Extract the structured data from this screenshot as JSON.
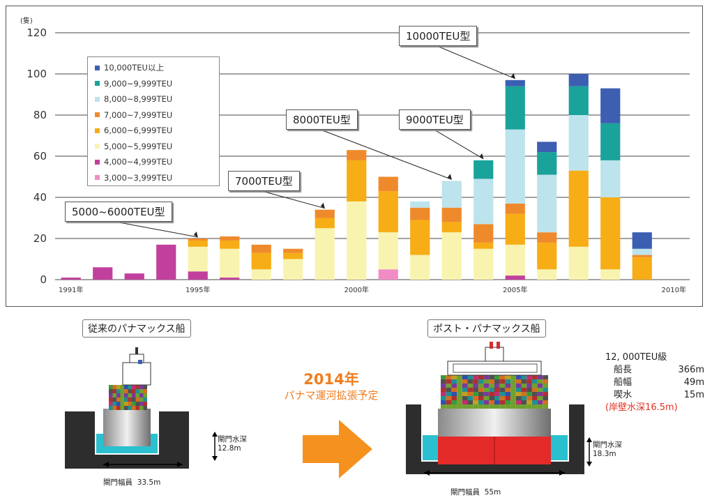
{
  "chart_data": {
    "type": "bar",
    "stacked": true,
    "unit_label": "(隻)",
    "ylim": [
      0,
      120
    ],
    "yticks": [
      0,
      20,
      40,
      60,
      80,
      100,
      120
    ],
    "grid": true,
    "legend_position": "top-left",
    "x": [
      1991,
      1992,
      1993,
      1994,
      1995,
      1996,
      1997,
      1998,
      1999,
      2000,
      2001,
      2002,
      2003,
      2004,
      2005,
      2006,
      2007,
      2008,
      2009,
      2010
    ],
    "x_tick_labels": [
      {
        "year": 1991,
        "label": "1991年"
      },
      {
        "year": 1995,
        "label": "1995年"
      },
      {
        "year": 2000,
        "label": "2000年"
      },
      {
        "year": 2005,
        "label": "2005年"
      },
      {
        "year": 2010,
        "label": "2010年"
      }
    ],
    "series": [
      {
        "name": "3,000~3,999TEU",
        "color": "#f08cc3",
        "values": [
          0,
          0,
          0,
          0,
          0,
          0,
          0,
          0,
          0,
          0,
          5,
          0,
          0,
          0,
          0,
          0,
          0,
          0,
          0,
          0
        ]
      },
      {
        "name": "4,000~4,999TEU",
        "color": "#c2409d",
        "values": [
          1,
          6,
          3,
          17,
          4,
          1,
          0,
          0,
          0,
          0,
          0,
          0,
          0,
          0,
          2,
          0,
          0,
          0,
          0,
          0
        ]
      },
      {
        "name": "5,000~5,999TEU",
        "color": "#f8f4b0",
        "values": [
          0,
          0,
          0,
          0,
          12,
          14,
          5,
          10,
          25,
          38,
          18,
          12,
          23,
          15,
          15,
          5,
          16,
          5,
          0,
          0
        ]
      },
      {
        "name": "6,000~6,999TEU",
        "color": "#f7ad16",
        "values": [
          0,
          0,
          0,
          0,
          3,
          4,
          8,
          3,
          5,
          20,
          20,
          17,
          5,
          3,
          15,
          13,
          37,
          35,
          11,
          0
        ]
      },
      {
        "name": "7,000~7,999TEU",
        "color": "#ef8a2c",
        "values": [
          0,
          0,
          0,
          0,
          1,
          2,
          4,
          2,
          4,
          5,
          7,
          6,
          7,
          9,
          5,
          5,
          0,
          0,
          1,
          0
        ]
      },
      {
        "name": "8,000~8,999TEU",
        "color": "#bde3ec",
        "values": [
          0,
          0,
          0,
          0,
          0,
          0,
          0,
          0,
          0,
          0,
          0,
          3,
          13,
          22,
          36,
          28,
          27,
          18,
          3,
          0
        ]
      },
      {
        "name": "9,000~9,999TEU",
        "color": "#1aa39a",
        "values": [
          0,
          0,
          0,
          0,
          0,
          0,
          0,
          0,
          0,
          0,
          0,
          0,
          0,
          9,
          21,
          11,
          14,
          18,
          0,
          0
        ]
      },
      {
        "name": "10,000TEU以上",
        "color": "#3c5fb2",
        "values": [
          0,
          0,
          0,
          0,
          0,
          0,
          0,
          0,
          0,
          0,
          0,
          0,
          0,
          0,
          3,
          5,
          6,
          17,
          8,
          0
        ]
      }
    ],
    "annotations": [
      {
        "text": "5000~6000TEU型",
        "year": 1995
      },
      {
        "text": "7000TEU型",
        "year": 1999
      },
      {
        "text": "8000TEU型",
        "year": 2003
      },
      {
        "text": "9000TEU型",
        "year": 2004
      },
      {
        "text": "10000TEU型",
        "year": 2005
      }
    ]
  },
  "ships": {
    "left": {
      "title": "従来のパナマックス船",
      "depth_label": "閘門水深",
      "depth_value": "12.8m",
      "width_label": "閘門幅員",
      "width_value": "33.5m"
    },
    "right": {
      "title": "ポスト・パナマックス船",
      "depth_label": "閘門水深",
      "depth_value": "18.3m",
      "width_label": "閘門幅員",
      "width_value": "55m"
    }
  },
  "arrow": {
    "year_text": "2014年",
    "caption": "パナマ運河拡張予定",
    "color": "#f5921f"
  },
  "spec": {
    "heading": "12, 000TEU級",
    "rows": [
      {
        "key": "船長",
        "value": "366m"
      },
      {
        "key": "船幅",
        "value": "49m"
      },
      {
        "key": "喫水",
        "value": "15m"
      }
    ],
    "note": "(岸壁水深16.5m)"
  }
}
